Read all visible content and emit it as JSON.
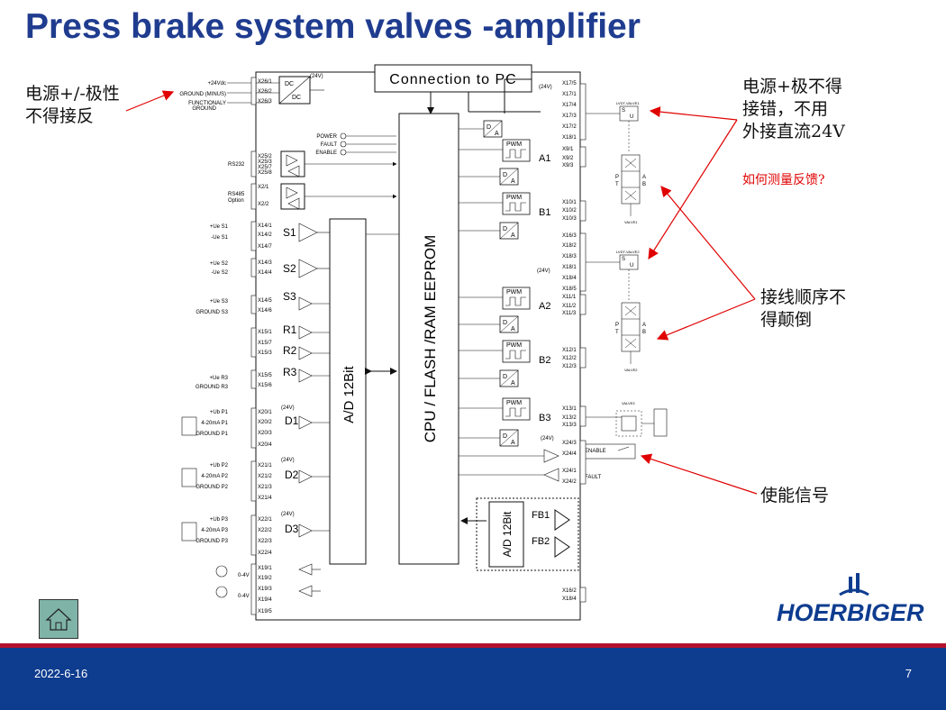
{
  "slide": {
    "title": "Press brake system valves -amplifier",
    "date": "2022-6-16",
    "page": "7"
  },
  "annotations": {
    "left_note": [
      "电源+/-极性",
      "不得接反"
    ],
    "right_top_note": [
      "电源+极不得",
      "接错，不用",
      "外接直流24V"
    ],
    "right_feedback_question": "如何测量反馈?",
    "right_mid_note": [
      "接线顺序不",
      "得颠倒"
    ],
    "right_bottom_note": "使能信号"
  },
  "diagram": {
    "pc_box": "Connection to PC",
    "cpu_label": "CPU / FLASH /RAM EEPROM",
    "ad_label": "A/D 12Bit",
    "ad_label_small": "A/D 12Bit",
    "power_labels": {
      "vdc": "+24Vdc",
      "gnd": "GROUND (MINUS)",
      "fgnd1": "FUNCTIONALY",
      "fgnd2": "GROUND"
    },
    "power_terms": [
      "X26/1",
      "X26/2",
      "X26/3"
    ],
    "dcdc": {
      "in": "DC",
      "out": "DC",
      "v": "(24V)"
    },
    "leds": [
      "POWER",
      "FAULT",
      "ENABLE"
    ],
    "rs232": {
      "label": "RS232",
      "terms": [
        "X25/2",
        "X25/3",
        "X25/7",
        "X25/8"
      ]
    },
    "rs485": {
      "label1": "RS485",
      "label2": "Option",
      "terms": [
        "X2/1",
        "X2/2"
      ]
    },
    "sensors_s": [
      {
        "name": "S1",
        "inputs": [
          "+Ue S1",
          "-Ue S1"
        ],
        "terms": [
          "X14/1",
          "X14/2",
          "X14/7"
        ]
      },
      {
        "name": "S2",
        "inputs": [
          "+Ue S2",
          "-Ue S2"
        ],
        "terms": [
          "X14/3",
          "X14/4"
        ]
      },
      {
        "name": "S3",
        "inputs": [
          "+Ue S3",
          "GROUND S3"
        ],
        "terms": [
          "X14/5",
          "X14/6"
        ]
      }
    ],
    "sensors_r": [
      {
        "name": "R1",
        "terms": [
          "X15/1"
        ]
      },
      {
        "name": "R2",
        "terms": [
          "X15/7",
          "X15/3"
        ]
      },
      {
        "name": "R3",
        "inputs": [
          "+Ue R3",
          "GROUND R3"
        ],
        "terms": [
          "X15/5",
          "X15/6"
        ]
      }
    ],
    "sensors_d": [
      {
        "name": "D1",
        "inputs": [
          "+Ub P1",
          "4-20mA P1",
          "GROUND P1"
        ],
        "terms": [
          "X20/1",
          "X20/2",
          "X20/3",
          "X20/4"
        ],
        "v": "(24V)"
      },
      {
        "name": "D2",
        "inputs": [
          "+Ub P2",
          "4-20mA P2",
          "GROUND P2"
        ],
        "terms": [
          "X21/1",
          "X21/2",
          "X21/3",
          "X21/4"
        ],
        "v": "(24V)"
      },
      {
        "name": "D3",
        "inputs": [
          "+Ub P3",
          "4-20mA P3",
          "GROUND P3"
        ],
        "terms": [
          "X22/1",
          "X22/2",
          "X22/3",
          "X22/4"
        ],
        "v": "(24V)"
      }
    ],
    "analog_in": {
      "terms": [
        "X19/1",
        "X19/2",
        "X19/3",
        "X19/4",
        "X19/5"
      ],
      "range": "0-4V"
    },
    "outputs": [
      {
        "name": "A1",
        "terms": [
          "X9/1",
          "X9/2",
          "X9/3"
        ]
      },
      {
        "name": "B1",
        "terms": [
          "X10/1",
          "X10/2",
          "X10/3"
        ]
      },
      {
        "name": "A2",
        "terms": [
          "X11/1",
          "X11/2",
          "X11/3"
        ]
      },
      {
        "name": "B2",
        "terms": [
          "X12/1",
          "X12/2",
          "X12/3"
        ]
      },
      {
        "name": "B3",
        "terms": [
          "X13/1",
          "X13/2",
          "X13/3"
        ]
      }
    ],
    "pwm": "PWM",
    "da": [
      "D",
      "A"
    ],
    "su": [
      "S",
      "U"
    ],
    "lvdt1_terms": [
      "X17/5",
      "X17/1",
      "X17/4",
      "X17/3",
      "X17/2",
      "X18/1"
    ],
    "lvdt2_terms": [
      "X16/3",
      "X18/2",
      "X18/3",
      "X18/1",
      "X18/4",
      "X18/5"
    ],
    "v24": "(24V)",
    "enable_terms": [
      "X24/3",
      "X24/4"
    ],
    "enable_label": "ENABLE",
    "fault_terms": [
      "X24/1",
      "X24/2"
    ],
    "fault_label": "FAULT",
    "fb": [
      "FB1",
      "FB2"
    ],
    "bottom_terms": [
      "X16/2",
      "X18/4"
    ],
    "valve_labels": {
      "lvdt1": "LVDT-VALVE1",
      "lvdt2": "LVDT-VALVE2",
      "valve1": "VALVE1",
      "valve2": "VALVE2",
      "valve3": "VALVE3"
    },
    "valve_ports": [
      "A",
      "B",
      "P",
      "T"
    ]
  },
  "logo": {
    "name": "HOERBIGER"
  },
  "colors": {
    "title": "#1f3c8f",
    "footer": "#0e3c8f",
    "footer_line": "#b3122e",
    "arrow": "#e00000",
    "home": "#7fb3a8"
  }
}
